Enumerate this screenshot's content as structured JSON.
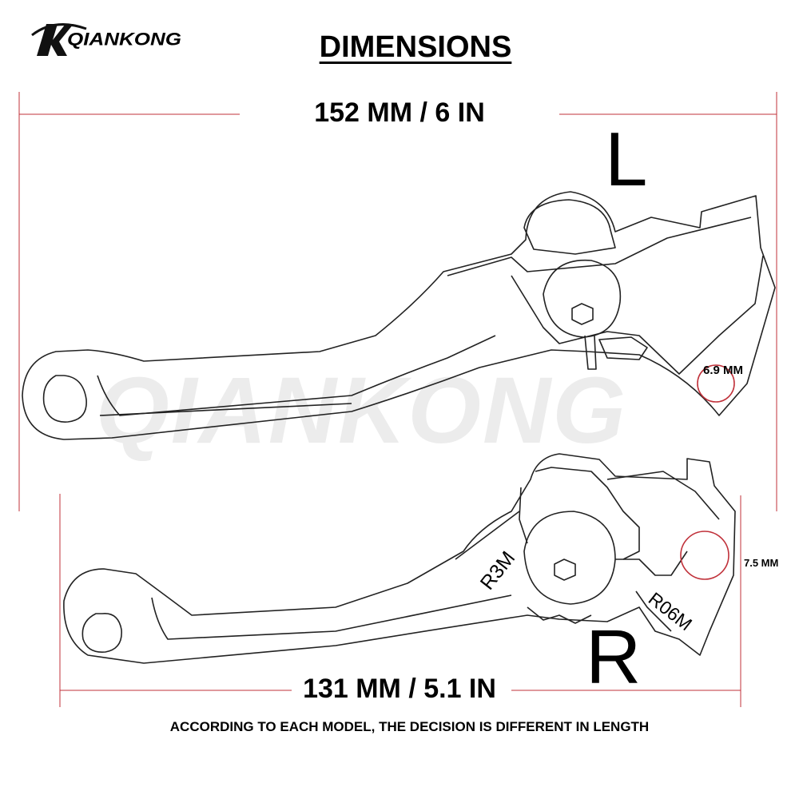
{
  "header": {
    "brand": "QIANKONG",
    "title": "DIMENSIONS"
  },
  "watermark": {
    "text": "QIANKONG"
  },
  "measurements": {
    "overall_length_left": "152 MM / 6 IN",
    "overall_length_right": "131 MM / 5.1 IN",
    "hole_left": "6.9 MM",
    "hole_right": "7.5 MM"
  },
  "labels": {
    "left_lever": "L",
    "right_lever": "R",
    "engraving_right_lever": "R3M",
    "engraving_right_bracket": "R06M"
  },
  "footer": {
    "note": "ACCORDING TO EACH MODEL, THE DECISION IS DIFFERENT IN LENGTH"
  },
  "colors": {
    "dimension_line": "#c0313a",
    "outline": "#222222",
    "watermark": "#cccccc"
  }
}
